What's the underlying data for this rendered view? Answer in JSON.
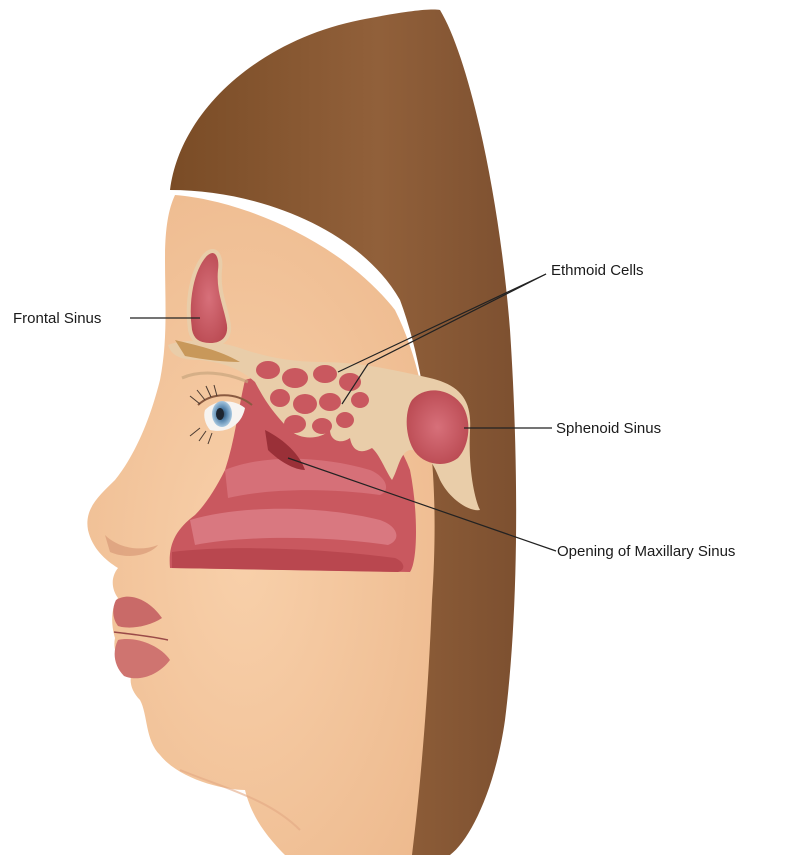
{
  "labels": {
    "frontal": "Frontal Sinus",
    "ethmoid": "Ethmoid Cells",
    "sphenoid": "Sphenoid Sinus",
    "maxillary": "Opening of Maxillary Sinus"
  },
  "colors": {
    "hair": "#8a5a32",
    "skin": "#f3c49a",
    "sinus": "#c9585f",
    "bone": "#e9cda9",
    "leader": "#222222"
  }
}
